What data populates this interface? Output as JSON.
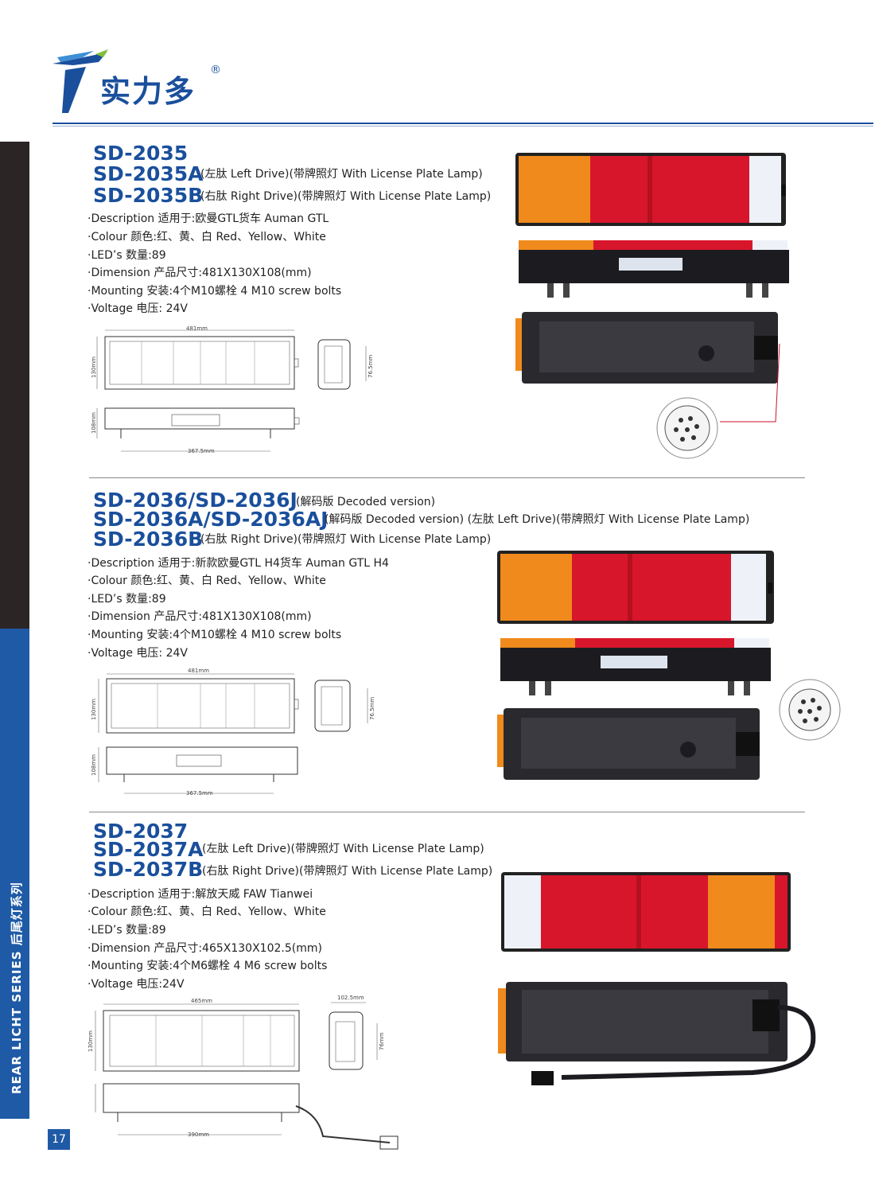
{
  "brand": {
    "name": "实力多",
    "reg": "®"
  },
  "sidebar": {
    "text": "REAR LICHT SERIES 后尾灯系列"
  },
  "page_number": "17",
  "sections": [
    {
      "models": [
        {
          "code": "SD-2035",
          "note": ""
        },
        {
          "code": "SD-2035A",
          "note": "(左肽 Left Drive)(带牌照灯 With License Plate Lamp)"
        },
        {
          "code": "SD-2035B",
          "note": "(右肽 Right Drive)(带牌照灯 With License Plate Lamp)"
        }
      ],
      "specs": [
        "·Description 适用于:欧曼GTL货车 Auman GTL",
        "·Colour 颜色:红、黄、白 Red、Yellow、White",
        "·LED’s 数量:89",
        "·Dimension 产品尺寸:481X130X108(mm)",
        "·Mounting 安装:4个M10螺栓 4 M10 screw bolts",
        "·Voltage 电压: 24V"
      ],
      "dims": {
        "width": "481mm",
        "height": "130mm",
        "depth": "108mm",
        "side": "76.5mm",
        "mount": "367.5mm"
      }
    },
    {
      "models": [
        {
          "code": "SD-2036/SD-2036J",
          "note": "(解码版 Decoded version)"
        },
        {
          "code": "SD-2036A/SD-2036AJ",
          "note": "(解码版 Decoded version) (左肽 Left Drive)(带牌照灯 With License Plate Lamp)"
        },
        {
          "code": "SD-2036B",
          "note": "(右肽 Right Drive)(带牌照灯 With License Plate Lamp)"
        }
      ],
      "specs": [
        "·Description 适用于:新款欧曼GTL H4货车 Auman GTL H4",
        "·Colour 颜色:红、黄、白 Red、Yellow、White",
        "·LED’s 数量:89",
        "·Dimension 产品尺寸:481X130X108(mm)",
        "·Mounting 安装:4个M10螺栓 4 M10 screw bolts",
        "·Voltage 电压: 24V"
      ],
      "dims": {
        "width": "481mm",
        "height": "130mm",
        "depth": "108mm",
        "side": "76.5mm",
        "mount": "367.5mm"
      }
    },
    {
      "models": [
        {
          "code": "SD-2037",
          "note": ""
        },
        {
          "code": "SD-2037A",
          "note": "(左肽 Left Drive)(带牌照灯 With License Plate Lamp)"
        },
        {
          "code": "SD-2037B",
          "note": "(右肽 Right Drive)(带牌照灯 With License Plate Lamp)"
        }
      ],
      "specs": [
        "·Description 适用于:解放天威 FAW Tianwei",
        "·Colour 颜色:红、黄、白 Red、Yellow、White",
        "·LED’s 数量:89",
        "·Dimension 产品尺寸:465X130X102.5(mm)",
        "·Mounting 安装:4个M6螺栓 4 M6 screw bolts",
        "·Voltage 电压:24V"
      ],
      "dims": {
        "width": "465mm",
        "height": "130mm",
        "depth": "102.5mm",
        "side": "76mm",
        "mount": "390mm"
      }
    }
  ],
  "colors": {
    "brand_blue": "#1a4f9c",
    "lamp_red": "#d8162b",
    "lamp_amber": "#f08a1c",
    "lamp_white": "#eef2f8",
    "housing": "#2a2a2e"
  }
}
